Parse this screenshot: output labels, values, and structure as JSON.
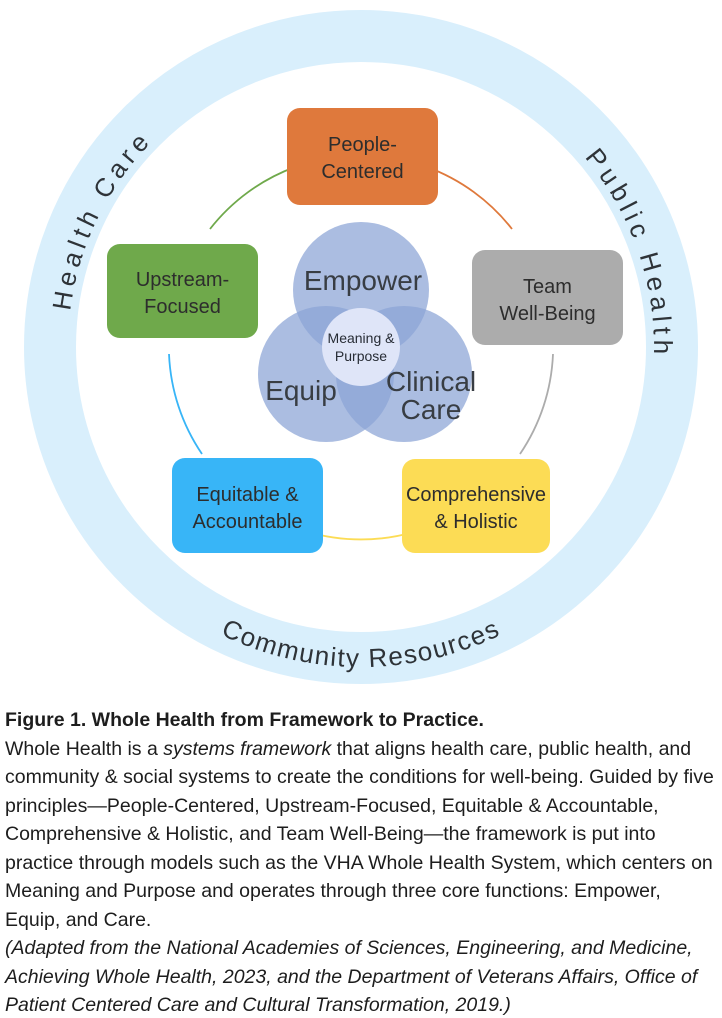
{
  "figure": {
    "ring": {
      "color": "#D9EFFC",
      "label_left": "Health Care",
      "label_right": "Public Health",
      "label_bottom": "Community Resources"
    },
    "boxes": [
      {
        "name": "people-centered",
        "line1": "People-",
        "line2": "Centered",
        "color": "#DF793C"
      },
      {
        "name": "upstream-focused",
        "line1": "Upstream-",
        "line2": "Focused",
        "color": "#6FA94B"
      },
      {
        "name": "team-well-being",
        "line1": "Team",
        "line2": "Well-Being",
        "color": "#ACACAC"
      },
      {
        "name": "equitable-accountable",
        "line1": "Equitable &",
        "line2": "Accountable",
        "color": "#38B5F7"
      },
      {
        "name": "comprehensive-holistic",
        "line1": "Comprehensive",
        "line2": "& Holistic",
        "color": "#FCDC55"
      }
    ],
    "venn": {
      "circle_color": "#8BA4D6",
      "center_color": "#DFE5F8",
      "label_top": "Empower",
      "label_left": "Equip",
      "label_right_line1": "Clinical",
      "label_right_line2": "Care",
      "center_line1": "Meaning &",
      "center_line2": "Purpose"
    }
  },
  "caption": {
    "title": "Figure 1. Whole Health from Framework to Practice.",
    "body_1": "Whole Health is a ",
    "body_italic": "systems framework",
    "body_2": " that aligns health care, public health, and community & social systems to create the conditions for well-being. Guided by five principles—People-Centered, Upstream-Focused, Equitable & Accountable, Comprehensive & Holistic, and Team Well-Being—the framework is put into practice through models such as the VHA Whole Health System, which centers on Meaning and Purpose and operates through three core functions: Empower, Equip, and Care.",
    "source": "(Adapted from the National Academies of Sciences, Engineering, and Medicine, Achieving Whole Health, 2023, and the Department of Veterans Affairs, Office of Patient Centered Care and Cultural Transformation, 2019.)"
  }
}
